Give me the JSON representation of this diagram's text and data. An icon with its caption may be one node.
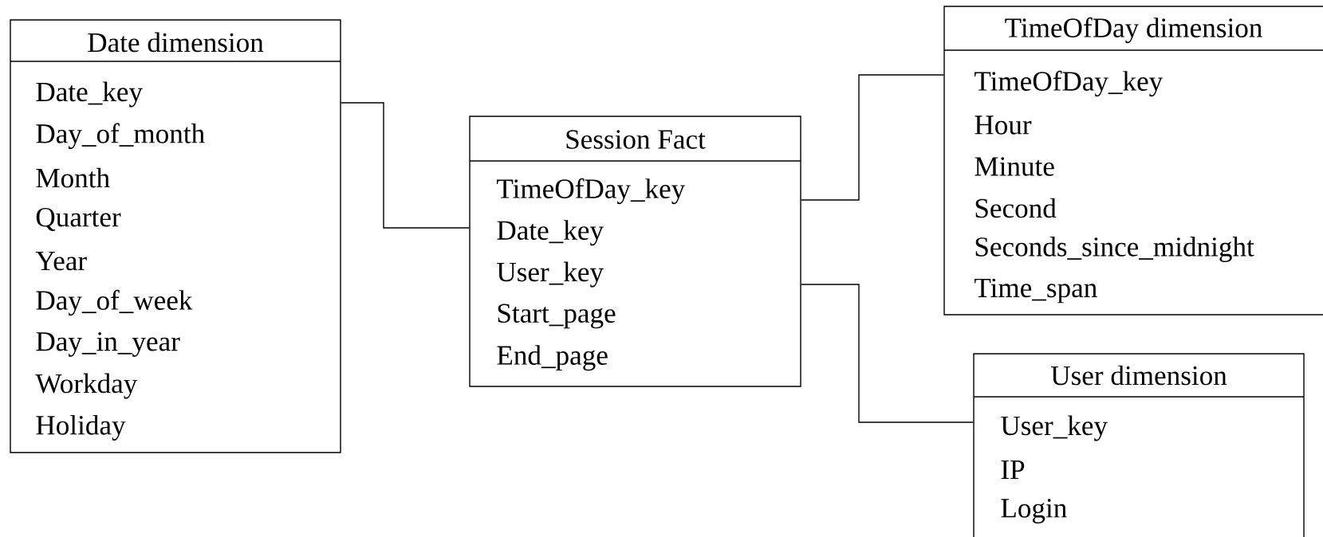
{
  "diagram": {
    "nodes": [
      {
        "text": [
          "Date dimension",
          "Date_key",
          "Day_of_month",
          "Month",
          "Quarter",
          "Year",
          "Day_of_week",
          "Day_in_year",
          "Workday",
          "Holiday"
        ]
      },
      {
        "text": [
          "Session Fact",
          "TimeOfDay_key",
          "Date_key",
          "User_key",
          "Start_page",
          "End_page"
        ]
      },
      {
        "text": [
          "TimeOfDay dimension",
          "TimeOfDay_key",
          "Hour",
          "Minute",
          "Second",
          "Seconds_since_midnight",
          "Time_span"
        ]
      },
      {
        "text": [
          "User dimension",
          "User_key",
          "IP",
          "Login"
        ]
      }
    ],
    "edges": [
      {
        "from": 0,
        "to": 1,
        "arrow": "none"
      },
      {
        "from": 1,
        "to": 2,
        "arrow": "none"
      },
      {
        "from": 1,
        "to": 3,
        "arrow": "none"
      }
    ]
  }
}
